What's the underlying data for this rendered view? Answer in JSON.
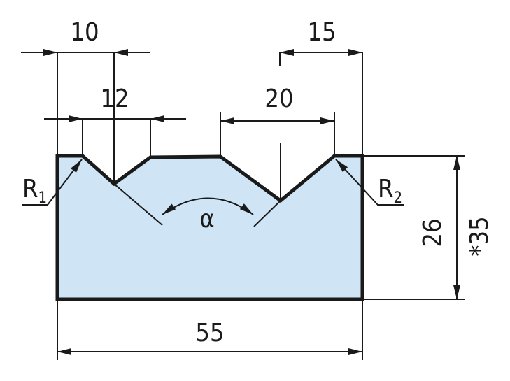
{
  "colors": {
    "part_fill": "#cfe4f5",
    "line": "#1a1a1a"
  },
  "dimensions": {
    "d10": "10",
    "d15": "15",
    "d12": "12",
    "d20": "20",
    "d26": "26",
    "d35": "*35",
    "d55": "55"
  },
  "labels": {
    "r1_letter": "R",
    "r1_index": "1",
    "r2_letter": "R",
    "r2_index": "2",
    "angle": "α"
  }
}
